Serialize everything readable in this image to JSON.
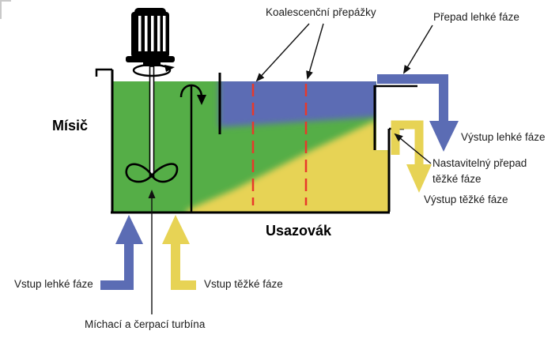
{
  "diagram": {
    "type": "mixer-settler process schematic",
    "sections": {
      "mixer": "Mísič",
      "settler": "Usazovák"
    },
    "labels": {
      "coalescence_baffles": "Koalescenční přepážky",
      "light_phase_overflow": "Přepad lehké fáze",
      "light_phase_outlet": "Výstup lehké fáze",
      "adjustable_weir_line1": "Nastavitelný přepad",
      "adjustable_weir_line2": "těžké fáze",
      "heavy_phase_outlet": "Výstup těžké fáze",
      "light_phase_inlet": "Vstup lehké fáze",
      "heavy_phase_inlet": "Vstup těžké fáze",
      "turbine": "Míchací a čerpací turbína"
    },
    "colors": {
      "light_phase": "#5b6cb4",
      "heavy_phase": "#e7d355",
      "mixed_phase": "#55ae47",
      "coalescence_baffle": "#e8392a",
      "outline": "#000000"
    }
  }
}
